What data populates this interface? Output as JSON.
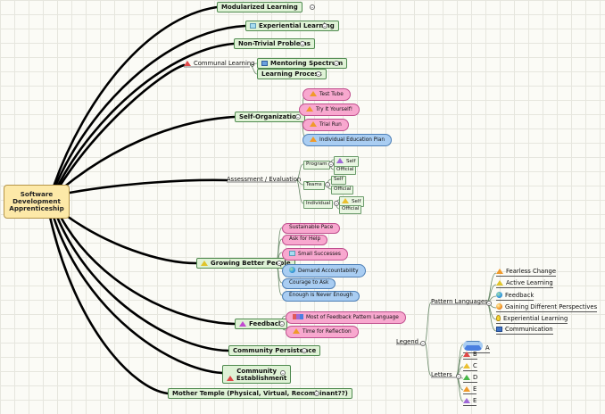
{
  "root": {
    "line1": "Software",
    "line2": "Development",
    "line3": "Apprenticeship"
  },
  "branches": {
    "modularized": "Modularized Learning",
    "experiential": "Experiential Learning",
    "nontrivial": "Non-Trivial Problems",
    "communal": "Communal Learning",
    "mentoring": "Mentoring Spectrum",
    "learning_process": "Learning Process",
    "self_org": "Self-Organization",
    "test_tube": "Test Tube",
    "try_it": "Try It Yourself!",
    "trial_run": "Trial Run",
    "iep": "Individual Education Plan",
    "assessment": "Assessment / Evaluation",
    "program": "Program",
    "teams": "Teams",
    "individual": "Individual",
    "self": "Self",
    "official": "Official",
    "growing": "Growing Better People",
    "sustainable": "Sustainable Pace",
    "ask_help": "Ask for Help",
    "small_successes": "Small Successes",
    "demand": "Demand Accountability",
    "courage": "Courage to Ask",
    "enough": "Enough is Never Enough",
    "feedback": "Feedback",
    "most_feedback": "Most of Feedback Pattern Language",
    "time_reflection": "Time for Reflection",
    "persistence": "Community Persistence",
    "establish_1": "Community",
    "establish_2": "Establishment",
    "mother_temple": "Mother Temple (Physical, Virtual, Recombinant??)"
  },
  "legend": {
    "title": "Legend",
    "pattern_languages": "Pattern Languages",
    "fearless": "Fearless Change",
    "active": "Active Learning",
    "feedback": "Feedback",
    "perspectives": "Gaining Different Perspectives",
    "experiential": "Experiential Learning",
    "communication": "Communication",
    "letters": "Letters",
    "a": "A",
    "b": "B",
    "c": "C",
    "d": "D",
    "e": "E",
    "f": "E"
  },
  "colors": {
    "box_fill": "#dff2d6",
    "box_border": "#4f8a4f",
    "pink": "#f8a8cf",
    "blue": "#a9cdf2",
    "root": "#fde9a8"
  }
}
